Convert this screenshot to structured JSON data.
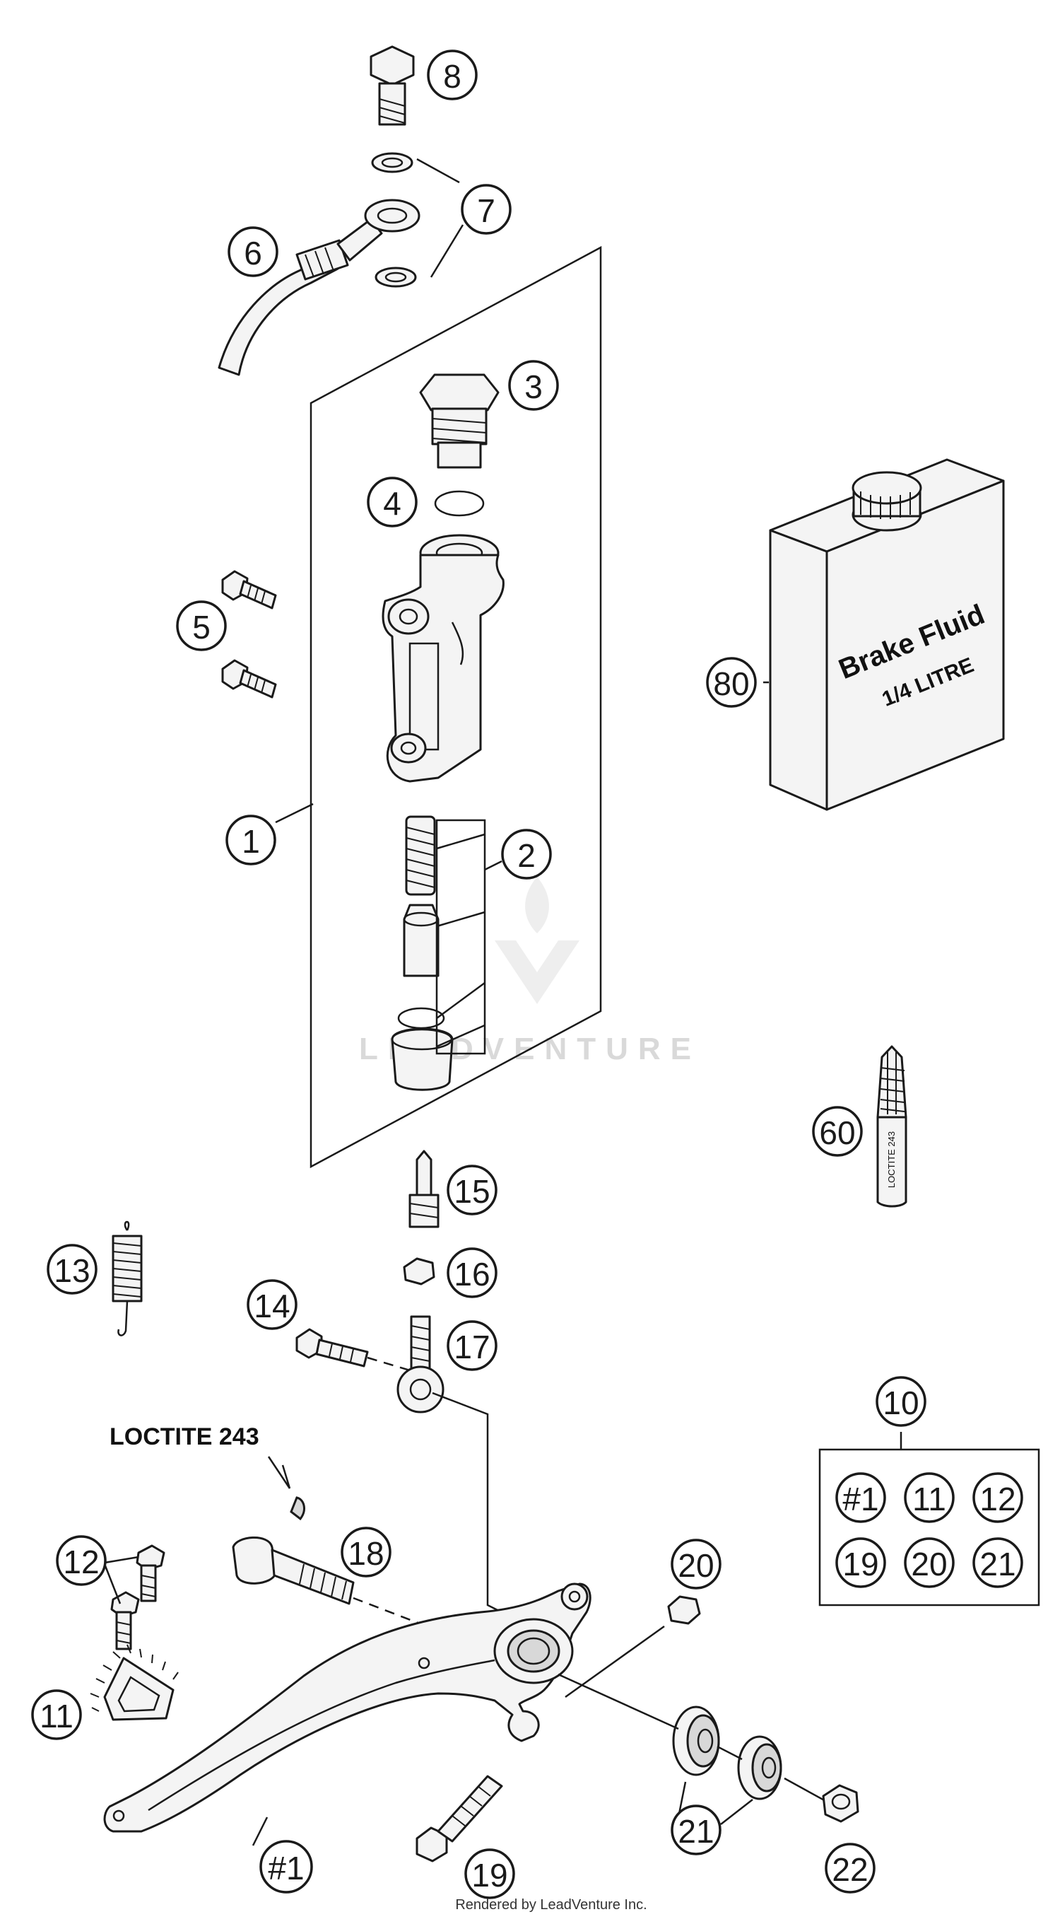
{
  "callouts": [
    {
      "label": "8"
    },
    {
      "label": "7"
    },
    {
      "label": "6"
    },
    {
      "label": "3"
    },
    {
      "label": "4"
    },
    {
      "label": "5"
    },
    {
      "label": "1"
    },
    {
      "label": "2"
    },
    {
      "label": "80"
    },
    {
      "label": "60"
    },
    {
      "label": "15"
    },
    {
      "label": "16"
    },
    {
      "label": "13"
    },
    {
      "label": "14"
    },
    {
      "label": "17"
    },
    {
      "label": "10"
    },
    {
      "label": "18"
    },
    {
      "label": "12"
    },
    {
      "label": "20"
    },
    {
      "label": "11"
    },
    {
      "label": "#1"
    },
    {
      "label": "19"
    },
    {
      "label": "21"
    },
    {
      "label": "22"
    }
  ],
  "kit_box": {
    "items": [
      "#1",
      "11",
      "12",
      "19",
      "20",
      "21"
    ]
  },
  "loctite_label": "LOCTITE 243",
  "brake_fluid_can": {
    "line1": "Brake Fluid",
    "line2": "1/4 LITRE"
  },
  "loctite_tube_label": "LOCTITE 243",
  "watermark": "LEADVENTURE",
  "footer": "Rendered by LeadVenture Inc."
}
